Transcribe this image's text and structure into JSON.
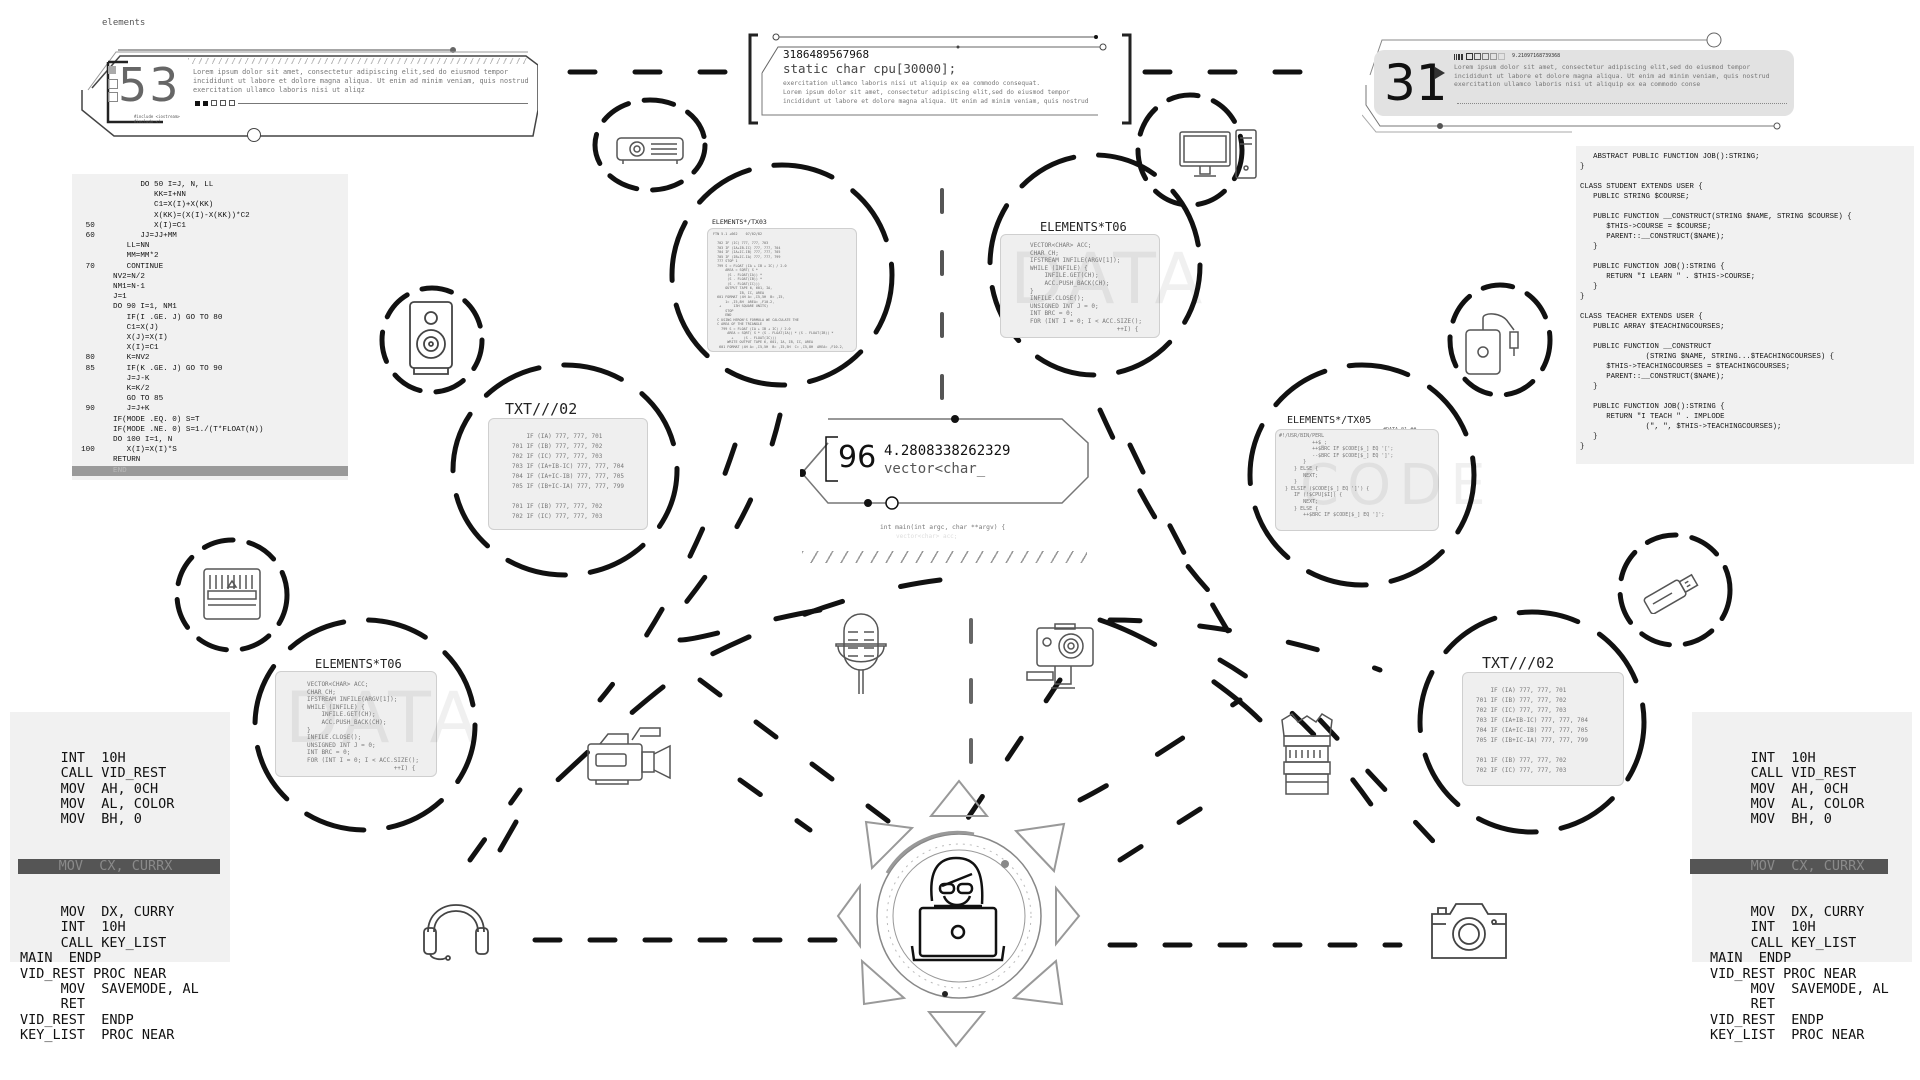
{
  "top_left_panel": {
    "caption": "elements",
    "big_number": "53",
    "lorem": "Lorem ipsum dolor sit amet, consectetur adipiscing elit,sed do eiusmod tempor incididunt ut labore et dolore magna aliqua. Ut enim ad minim veniam, quis nostrud exercitation ullamco laboris nisi ut aliqz",
    "includes": [
      "#include <iostream>",
      "#include <!"
    ]
  },
  "top_center_panel": {
    "number": "3186489567968",
    "declaration": "static char cpu[30000];",
    "lorem": [
      "exercitation ullamco laboris nisi ut aliquip ex ea commodo consequat.",
      "Lorem ipsum dolor sit amet, consectetur adipiscing elit,sed do eiusmod tempor",
      "incididunt ut labore et dolore magna aliqua. Ut enim ad minim veniam, quis nostrud"
    ]
  },
  "top_right_panel": {
    "big_number": "31",
    "value": "9.21097168739368",
    "lorem": "Lorem ipsum dolor sit amet, consectetur adipiscing elit,sed do eiusmod tempor incididunt ut labore et dolore magna aliqua. Ut enim ad minim veniam, quis nostrud exercitation ullamco laboris nisi ut aliquip ex ea commodo conse"
  },
  "center_panel": {
    "big_number": "96",
    "value": "4.2808338262329",
    "text": "vector<char_",
    "code_hint": "int main(int argc, char **argv) {",
    "code_hint2": "vector<char> acc;"
  },
  "fortran_panel": {
    "lines": [
      "               DO 50 I=J, N, LL",
      "                  KK=I+NN",
      "                  C1=X(I)+X(KK)",
      "                  X(KK)=(X(I)-X(KK))*C2",
      "   50             X(I)=C1",
      "   60          JJ=JJ+MM",
      "            LL=NN",
      "            MM=MM*2",
      "   70       CONTINUE",
      "         NV2=N/2",
      "         NM1=N-1",
      "         J=1",
      "         DO 90 I=1, NM1",
      "            IF(I .GE. J) GO TO 80",
      "            C1=X(J)",
      "            X(J)=X(I)",
      "            X(I)=C1",
      "   80       K=NV2",
      "   85       IF(K .GE. J) GO TO 90",
      "            J=J-K",
      "            K=K/2",
      "            GO TO 85",
      "   90       J=J+K",
      "         IF(MODE .EQ. 0) S=T",
      "         IF(MODE .NE. 0) S=1./(T*FLOAT(N))",
      "         DO 100 I=1, N",
      "  100       X(I)=X(I)*S",
      "         RETURN"
    ],
    "highlighted_line": "         END"
  },
  "php_panel": {
    "lines": [
      "   ABSTRACT PUBLIC FUNCTION JOB():STRING;",
      "}",
      "",
      "CLASS STUDENT EXTENDS USER {",
      "   PUBLIC STRING $COURSE;",
      "",
      "   PUBLIC FUNCTION __CONSTRUCT(STRING $NAME, STRING $COURSE) {",
      "      $THIS->COURSE = $COURSE;",
      "      PARENT::__CONSTRUCT($NAME);",
      "   }",
      "",
      "   PUBLIC FUNCTION JOB():STRING {",
      "      RETURN \"I LEARN \" . $THIS->COURSE;",
      "   }",
      "}",
      "",
      "CLASS TEACHER EXTENDS USER {",
      "   PUBLIC ARRAY $TEACHINGCOURSES;",
      "",
      "   PUBLIC FUNCTION __CONSTRUCT",
      "               (STRING $NAME, STRING...$TEACHINGCOURSES) {",
      "      $THIS->TEACHINGCOURSES = $TEACHINGCOURSES;",
      "      PARENT::__CONSTRUCT($NAME);",
      "   }",
      "",
      "   PUBLIC FUNCTION JOB():STRING {",
      "      RETURN \"I TEACH \" . IMPLODE",
      "               (\", \", $THIS->TEACHINGCOURSES);",
      "   }",
      "}"
    ]
  },
  "asm_panel": {
    "before": [
      "     INT  10H",
      "     CALL VID_REST",
      "     MOV  AH, 0CH",
      "     MOV  AL, COLOR",
      "     MOV  BH, 0"
    ],
    "highlighted": "     MOV  CX, CURRX",
    "after": [
      "     MOV  DX, CURRY",
      "     INT  10H",
      "     CALL KEY_LIST",
      "MAIN  ENDP",
      "VID_REST PROC NEAR",
      "     MOV  SAVEMODE, AL",
      "     RET",
      "VID_REST  ENDP",
      "KEY_LIST  PROC NEAR"
    ]
  },
  "cards": {
    "txt02_title": "TXT///02",
    "txt02_lines": [
      "    IF (IA) 777, 777, 701",
      "701 IF (IB) 777, 777, 702",
      "702 IF (IC) 777, 777, 703",
      "703 IF (IA+IB-IC) 777, 777, 704",
      "704 IF (IA+IC-IB) 777, 777, 705",
      "705 IF (IB+IC-IA) 777, 777, 799",
      "",
      "701 IF (IB) 777, 777, 702",
      "702 IF (IC) 777, 777, 703"
    ],
    "t06_title": "ELEMENTS*T06",
    "t06_lines": [
      "VECTOR<CHAR> ACC;",
      "CHAR CH;",
      "IFSTREAM INFILE(ARGV[1]);",
      "WHILE (INFILE) {",
      "    INFILE.GET(CH);",
      "    ACC.PUSH_BACK(CH);",
      "}",
      "INFILE.CLOSE();",
      "UNSIGNED INT J = 0;",
      "INT BRC = 0;",
      "FOR (INT I = 0; I < ACC.SIZE();",
      "                        ++I) {"
    ],
    "t06_watermark": "DATA",
    "tx03_title": "ELEMENTS*/TX03",
    "tx03_lines": [
      "FTN 5.1 +662    07/02/82",
      "",
      "  702 IF (IC) 777, 777, 703",
      "  703 IF (IA+IB-IC) 777, 777, 704",
      "  704 IF (IA+IC-IB) 777, 777, 705",
      "  705 IF (IB+IC-IA) 777, 777, 799",
      "  777 STOP 1",
      "  799 S = FLOAT (IA + IB + IC) / 2.0",
      "      AREA = SQRT( S *",
      "       (S - FLOAT(IA)) *",
      "       (S - FLOAT(IB)) *",
      "       (S - FLOAT(IC)))",
      "      OUTPUT TAPE 6, 601, IA,",
      "             IB, IC, AREA",
      "  601 FORMAT (4H A= ,I5,5H  B= ,I5,",
      "      1= ,I5,8H  AREA= ,F10.2,",
      "   +      13H SQUARE UNITS)",
      "      STOP",
      "      END",
      "  C USING HERON'S FORMULA WE CALCULATE THE",
      "  C AREA OF THE TRIANGLE",
      "    799 S = FLOAT (IA + IB + IC) / 2.0",
      "       AREA = SQRT( S * (S - FLOAT(IA)) * (S - FLOAT(IB)) *",
      "         +     (S - FLOAT(IC)))",
      "       WRITE OUTPUT TAPE 6, 601, IA, IB, IC, AREA",
      "   601 FORMAT (4H A= ,I5,5H  B= ,I5,5H  C= ,I5,8H  AREA= ,F10.2,"
    ],
    "tx05_title": "ELEMENTS*/TX05",
    "tx05_tag": "#DATA 01.##",
    "tx05_lines": [
      "#!/USR/BIN/PERL",
      "           ++$_;",
      "           ++$BRC IF $CODE[$_] EQ '[';",
      "           --$BRC IF $CODE[$_] EQ ']';",
      "        }",
      "     } ELSE {",
      "        NEXT;",
      "     }",
      "  } ELSIF ($CODE[$_] EQ ']') {",
      "     IF (!$CPU[$I]) {",
      "        NEXT;",
      "     } ELSE {",
      "        ++$BRC IF $CODE[$_] EQ ']';"
    ],
    "tx05_watermark": "CODE"
  },
  "icons": [
    "projector-icon",
    "desktop-computer-icon",
    "speaker-icon",
    "power-bank-icon",
    "sd-card-icon",
    "usb-drive-icon",
    "microphone-icon",
    "action-camera-icon",
    "video-camera-icon",
    "camera-lens-icon",
    "headphones-icon",
    "photo-camera-icon",
    "programmer-laptop-icon"
  ]
}
